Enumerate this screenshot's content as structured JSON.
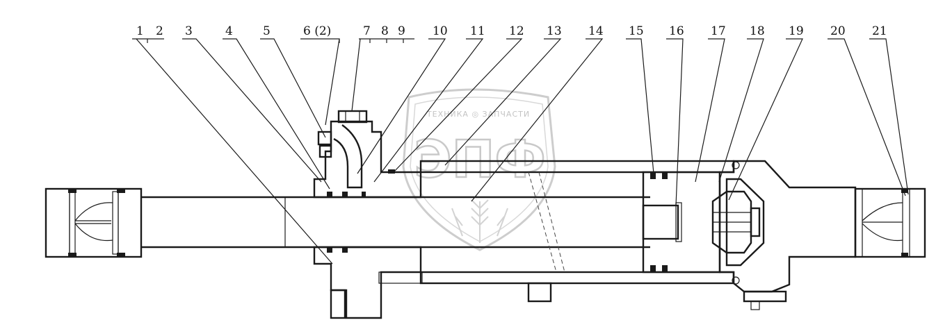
{
  "callouts": [
    {
      "text": "1"
    },
    {
      "text": "2"
    },
    {
      "text": "3"
    },
    {
      "text": "4"
    },
    {
      "text": "5"
    },
    {
      "text": "6 (2)"
    },
    {
      "text": "7"
    },
    {
      "text": "8"
    },
    {
      "text": "9"
    },
    {
      "text": "10"
    },
    {
      "text": "11"
    },
    {
      "text": "12"
    },
    {
      "text": "13"
    },
    {
      "text": "14"
    },
    {
      "text": "15"
    },
    {
      "text": "16"
    },
    {
      "text": "17"
    },
    {
      "text": "18"
    },
    {
      "text": "19"
    },
    {
      "text": "20"
    },
    {
      "text": "21"
    }
  ],
  "watermark": {
    "top_text": "ТЕХНИКА ◎ ЗАПЧАСТИ",
    "logo_text": "ЭПФ"
  }
}
